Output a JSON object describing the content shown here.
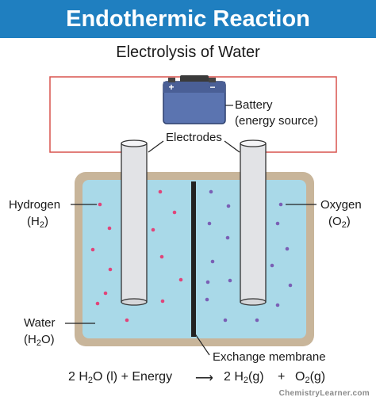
{
  "header": {
    "title": "Endothermic Reaction",
    "background": "#1f7fc0"
  },
  "subtitle": "Electrolysis of Water",
  "labels": {
    "battery": "Battery",
    "battery_note": "(energy source)",
    "electrodes": "Electrodes",
    "hydrogen": "Hydrogen",
    "hydrogen_formula": {
      "pre": "(H",
      "sub": "2",
      "post": ")"
    },
    "oxygen": "Oxygen",
    "oxygen_formula": {
      "pre": "(O",
      "sub": "2",
      "post": ")"
    },
    "water": "Water",
    "water_formula": {
      "pre": "(H",
      "sub": "2",
      "post": "O)"
    },
    "membrane": "Exchange membrane"
  },
  "equation": {
    "left_pre": "2 H",
    "left_sub": "2",
    "left_post": "O (l) + Energy",
    "arrow": "⟶",
    "right1_pre": "2 H",
    "right1_sub": "2",
    "right1_post": "(g)",
    "plus": "+",
    "right2_pre": "O",
    "right2_sub": "2",
    "right2_post": "(g)"
  },
  "battery_terminals": {
    "plus": "+",
    "minus": "−"
  },
  "credit": "ChemistryLearner.com",
  "colors": {
    "wire": "#d9534f",
    "water": "#a9d9e8",
    "container": "#c8b59a",
    "battery": "#5b74b0",
    "hydrogen_dot": "#e0457a",
    "oxygen_dot": "#7a5fb5",
    "membrane": "#222222"
  }
}
